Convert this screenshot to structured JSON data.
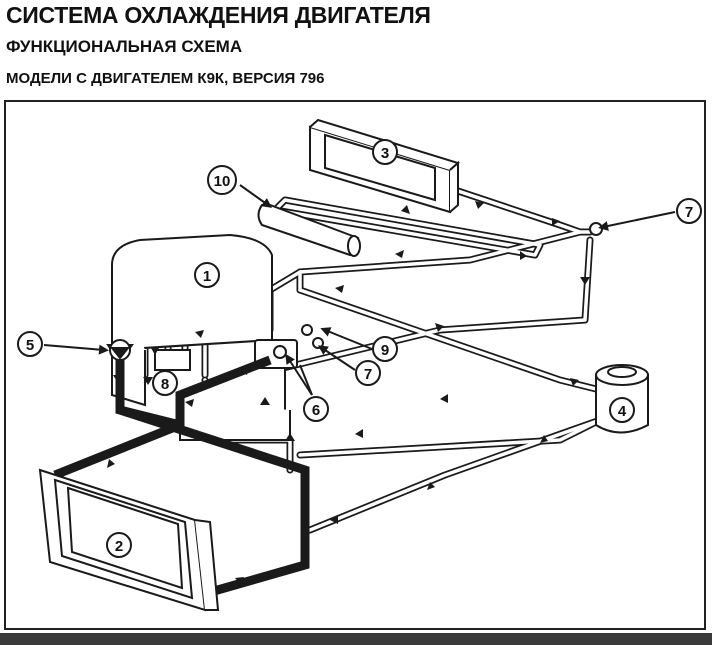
{
  "header": {
    "title": "СИСТЕМА ОХЛАЖДЕНИЯ ДВИГАТЕЛЯ",
    "subtitle": "ФУНКЦИОНАЛЬНАЯ СХЕМА",
    "model_line": "МОДЕЛИ С ДВИГАТЕЛЕМ К9К, ВЕРСИЯ 796"
  },
  "callouts": [
    "1",
    "2",
    "3",
    "4",
    "5",
    "6",
    "7",
    "8",
    "9",
    "10"
  ],
  "callout_7b": "7",
  "colors": {
    "line": "#1a1a1a",
    "background": "#ffffff",
    "bottom_bar": "#3a3a3a"
  }
}
